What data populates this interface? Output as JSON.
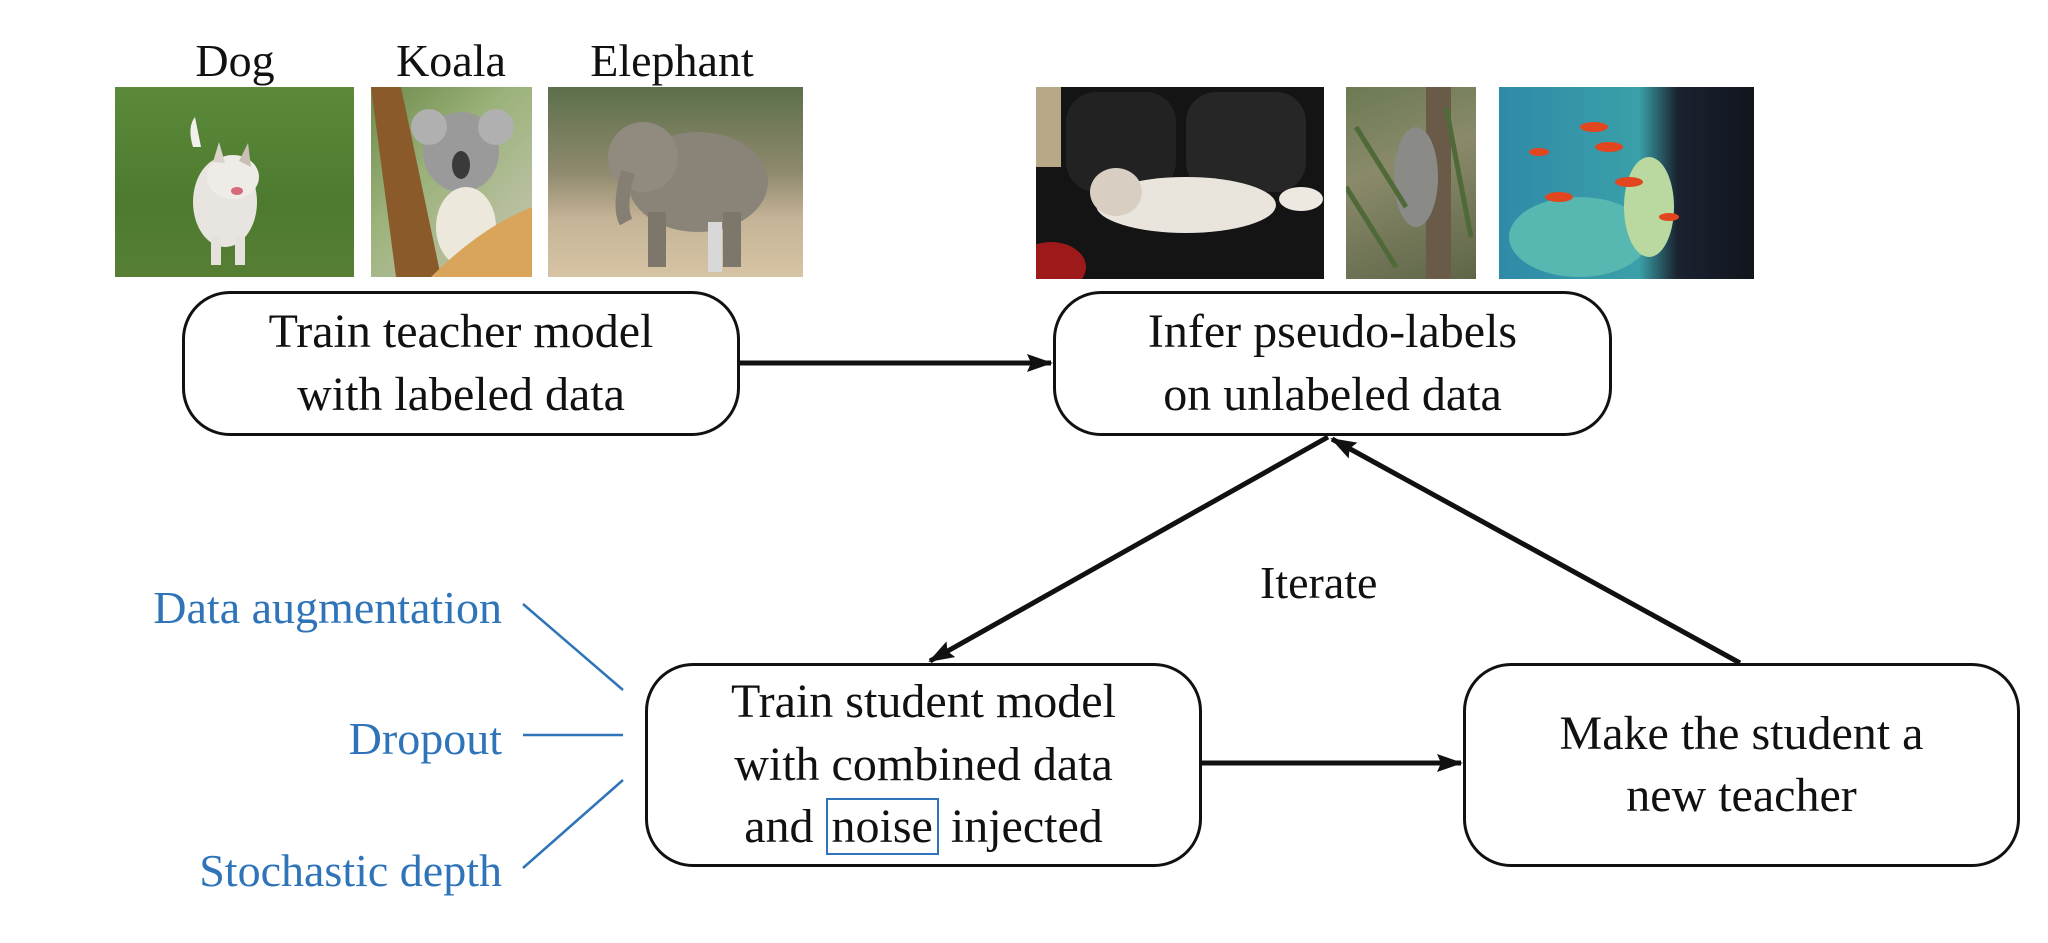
{
  "labeled_images": [
    {
      "label": "Dog",
      "subject": "husky puppy on grass"
    },
    {
      "label": "Koala",
      "subject": "koala on tree"
    },
    {
      "label": "Elephant",
      "subject": "elephant in enclosure"
    }
  ],
  "unlabeled_images": [
    {
      "subject": "husky on black leather couch"
    },
    {
      "subject": "koala among leaves"
    },
    {
      "subject": "coral reef with orange fish"
    }
  ],
  "boxes": {
    "teacher": {
      "line1": "Train teacher model",
      "line2": "with labeled data"
    },
    "infer": {
      "line1": "Infer pseudo-labels",
      "line2": "on unlabeled data"
    },
    "student": {
      "line1": "Train student model",
      "line2": "with combined data",
      "line3_pre": "and",
      "line3_noise": "noise",
      "line3_post": "injected"
    },
    "new_teacher": {
      "line1": "Make the student a",
      "line2": "new teacher"
    }
  },
  "iterate_label": "Iterate",
  "noise_types": [
    "Data augmentation",
    "Dropout",
    "Stochastic depth"
  ],
  "colors": {
    "noise_blue": "#2f74b8",
    "stroke": "#111111"
  }
}
